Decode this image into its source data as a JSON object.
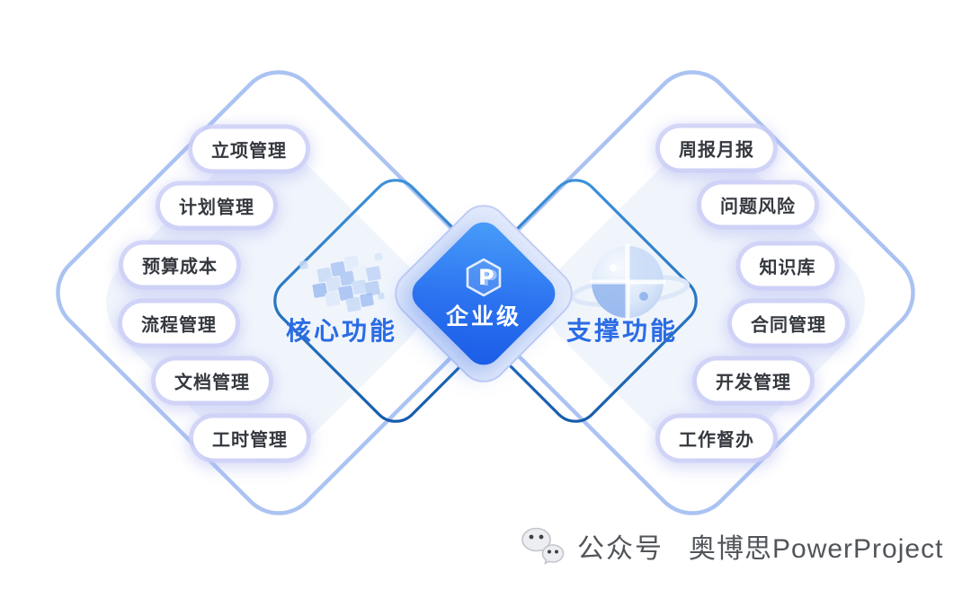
{
  "center": {
    "label": "企业级",
    "logo_icon": "powerproject-cube-logo-icon",
    "logo_letter": "P"
  },
  "left_section": {
    "title": "核心功能",
    "icon": "cubes-3d-icon",
    "items": [
      "立项管理",
      "计划管理",
      "预算成本",
      "流程管理",
      "文档管理",
      "工时管理"
    ]
  },
  "right_section": {
    "title": "支撑功能",
    "icon": "globe-icon",
    "items": [
      "周报月报",
      "问题风险",
      "知识库",
      "合同管理",
      "开发管理",
      "工作督办"
    ]
  },
  "footer": {
    "icon": "wechat-icon",
    "account_label": "公众号",
    "account_name": "奥博思PowerProject"
  },
  "colors": {
    "accent_blue": "#2B6CE4",
    "center_gradient_start": "#4AA0FA",
    "center_gradient_end": "#1A5BE6",
    "outer_diamond_stroke": "#ABC3F2",
    "inner_diamond_stroke": "#1A6BB8",
    "cloud_fill": "#F0F5FC",
    "pill_glow": "#C9CEF4",
    "footer_text": "#515459"
  }
}
